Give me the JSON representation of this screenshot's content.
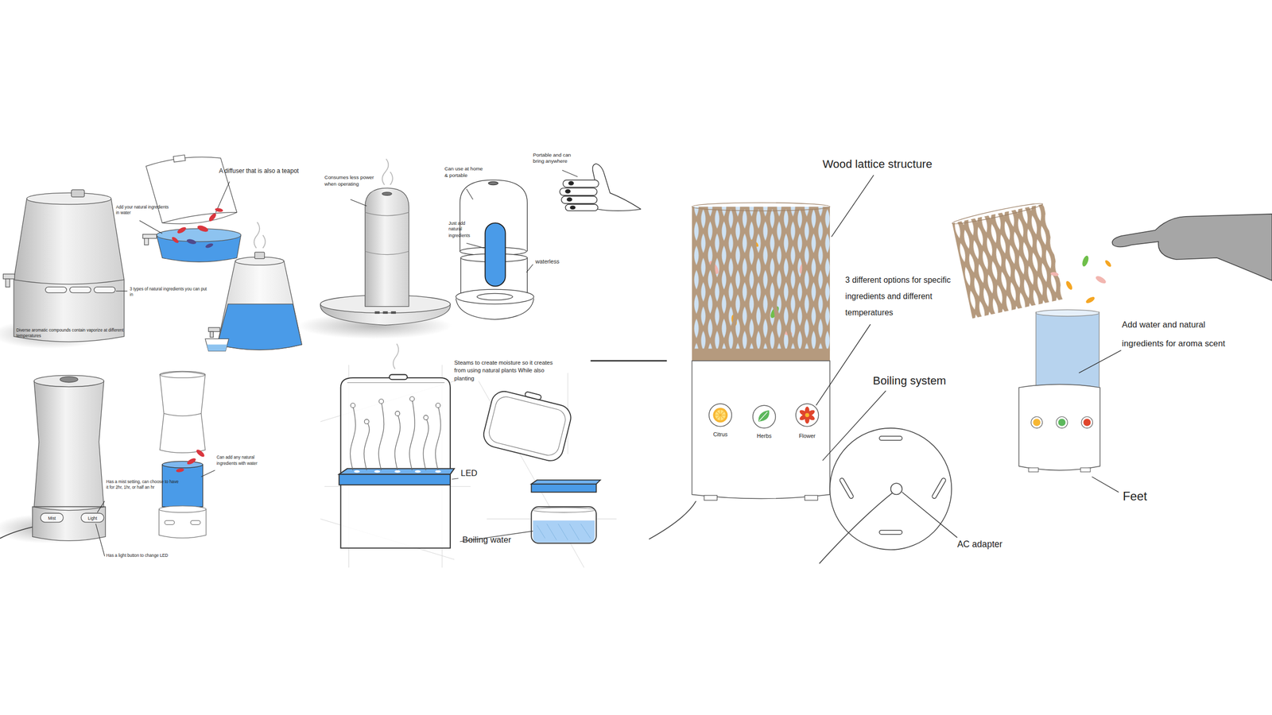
{
  "diagram": {
    "labels": [
      "A diffuser that is also a teapot",
      "Add your natural ingredients in water",
      "3 types of natural ingredients you can put in",
      "Diverse aromatic compounds contain vaporize at different temperatures",
      "Consumes less power when operating",
      "Can use at home & portable",
      "Just add natural ingredients",
      "waterless",
      "Portable and can bring anywhere",
      "Can add any natural ingredients with water",
      "Has a mist setting, can choose to have it for 2hr, 1hr, or half an hr",
      "Has a light button to change LED",
      "Mist",
      "Light",
      "Steams to create moisture so it creates from using natural plants While also planting",
      "LED",
      "Boiling water",
      "Wood lattice structure",
      "3 different options for specific ingredients and different temperatures",
      "Boiling system",
      "Citrus",
      "Herbs",
      "Flower",
      "AC adapter",
      "Add water and natural ingredients for aroma scent",
      "Feet"
    ]
  }
}
